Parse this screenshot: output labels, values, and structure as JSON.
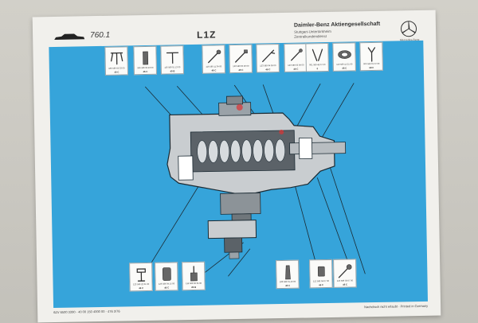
{
  "header": {
    "model": "760.1",
    "code": "L1Z",
    "company": "Daimler-Benz Aktiengesellschaft",
    "subline_1": "Stuttgart-Untertürkheim",
    "subline_2": "Zentralkundendienst",
    "logo_caption": "Mercedes-Benz"
  },
  "tools_top": [
    {
      "icon": "puller-icon",
      "part": "186 589 03 33 00",
      "group": "40 C"
    },
    {
      "icon": "sleeve-icon",
      "part": "186 589 02 43 00",
      "group": "46 C"
    },
    {
      "icon": "t-handle-wrench-icon",
      "part": "116 589 01 13 00",
      "group": "40 B"
    },
    {
      "icon": "box-wrench-icon",
      "part": "116 589 11 34 00",
      "group": "46 C"
    },
    {
      "icon": "socket-wrench-icon",
      "part": "123 589 00 26 00",
      "group": "46 C"
    },
    {
      "icon": "spanner-icon",
      "part": "123 589 04 09 00",
      "group": "46 C"
    },
    {
      "icon": "key-icon",
      "part": "123 589 03 09 00",
      "group": "46 C"
    },
    {
      "icon": "pin-wrench-icon",
      "part": "001 589 48 07 00",
      "group": "0"
    },
    {
      "icon": "ring-gauge-icon",
      "part": "110 589 12 21 00",
      "group": "46 C"
    },
    {
      "icon": "fork-wrench-icon",
      "part": "000 589 01 07 00",
      "group": "58 C"
    }
  ],
  "tools_bottom": [
    {
      "icon": "press-icon",
      "part": "123 589 22 31 00",
      "group": "46 C"
    },
    {
      "icon": "bushing-icon",
      "part": "126 589 04 15 00",
      "group": "46 C"
    },
    {
      "icon": "drift-icon",
      "part": "116 589 02 34 00",
      "group": "23 B"
    },
    {
      "icon": "mandrel-icon",
      "part": "186 589 01 43 00",
      "group": "46 C"
    },
    {
      "icon": "nut-socket-icon",
      "part": "112 589 04 07 00",
      "group": "46 C"
    },
    {
      "icon": "torque-wrench-icon",
      "part": "116 589 03 07 00",
      "group": "46 C"
    }
  ],
  "footer": {
    "left": "6ZV 6500 3390 · 40 00 150 4000 00 · 476 3/76",
    "right": "Nachdruck nicht erlaubt · Printed in Germany"
  },
  "colors": {
    "panel": "#36a4da",
    "paper": "#f1f0ec"
  }
}
